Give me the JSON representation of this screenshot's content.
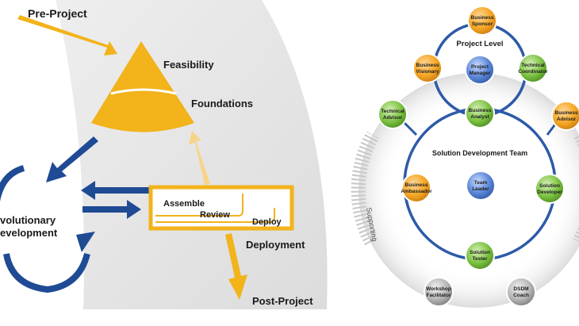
{
  "left_diagram": {
    "pre_project": "Pre-Project",
    "feasibility": "Feasibility",
    "foundations": "Foundations",
    "evolutionary_line1": "volutionary",
    "evolutionary_line2": "evelopment",
    "assemble": "Assemble",
    "review": "Review",
    "deploy": "Deploy",
    "deployment": "Deployment",
    "post_project": "Post-Project"
  },
  "right_diagram": {
    "project_level": "Project Level",
    "solution_team": "Solution Development Team",
    "supporting": "Supporting",
    "nodes": {
      "business_sponsor": [
        "Business",
        "Sponsor"
      ],
      "business_visionary": [
        "Business",
        "Visionary"
      ],
      "project_manager": [
        "Project",
        "Manager"
      ],
      "technical_coordinator": [
        "Technical",
        "Coordinator"
      ],
      "business_analyst": [
        "Business",
        "Analyst"
      ],
      "technical_advisor": [
        "Technical",
        "Advisor"
      ],
      "business_advisor": [
        "Business",
        "Advisor"
      ],
      "business_ambassador": [
        "Business",
        "Ambassador"
      ],
      "team_leader": [
        "Team",
        "Leader"
      ],
      "solution_developer": [
        "Solution",
        "Developer"
      ],
      "solution_tester": [
        "Solution",
        "Tester"
      ],
      "workshop_facilitator": [
        "Workshop",
        "Facilitator"
      ],
      "dsdm_coach": [
        "DSDM",
        "Coach"
      ]
    }
  },
  "colors": {
    "orange": "#f5a623",
    "green": "#7cc242",
    "blue": "#4a78c9",
    "grey": "#a8a8a8",
    "dark_blue": "#1f4a94",
    "gold": "#f2b31b"
  }
}
